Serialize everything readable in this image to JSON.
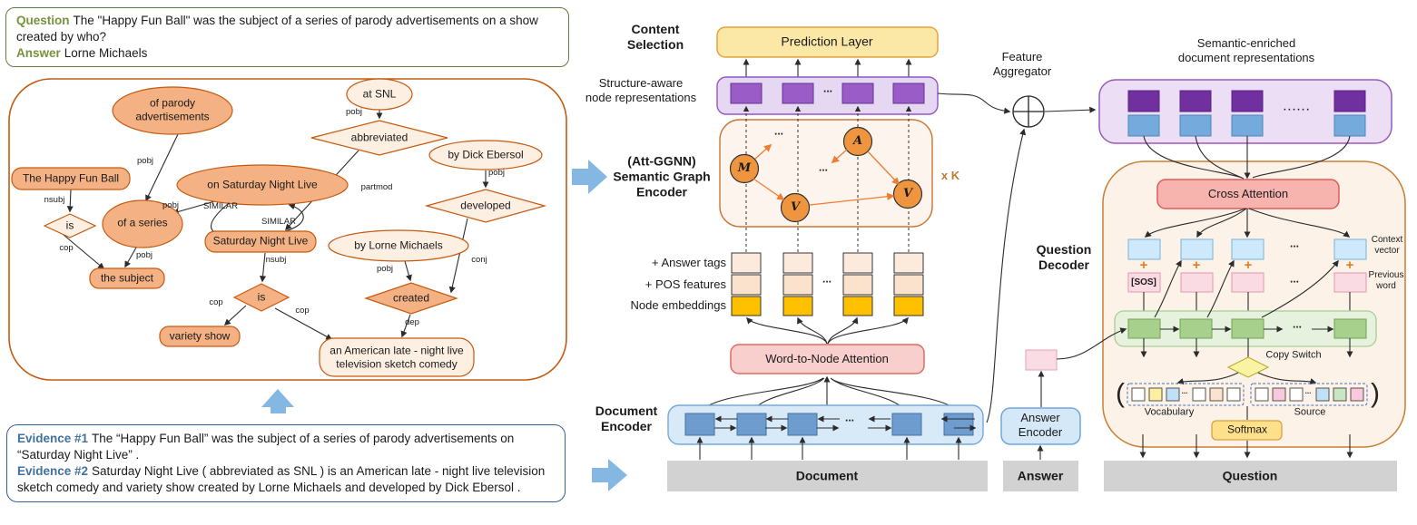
{
  "qa_box": {
    "q_label": "Question",
    "q_text": "The \"Happy Fun Ball\" was the subject of a series of parody advertisements on a show created by who?",
    "a_label": "Answer",
    "a_text": "Lorne Michaels"
  },
  "evidence_box": {
    "e1_label": "Evidence #1",
    "e1_text": "The “Happy Fun Ball” was the subject of a series of parody advertisements on “Saturday Night Live” .",
    "e2_label": "Evidence #2",
    "e2_text": "Saturday Night Live ( abbreviated as SNL ) is an American late - night live television sketch comedy and variety show created by Lorne Michaels and developed by Dick Ebersol ."
  },
  "graph": {
    "nodes": [
      "of parody advertisements",
      "at SNL",
      "abbreviated",
      "by Dick Ebersol",
      "The Happy Fun Ball",
      "on Saturday Night Live",
      "developed",
      "of a series",
      "is",
      "Saturday Night Live",
      "by Lorne Michaels",
      "the subject",
      "is",
      "created",
      "variety show",
      "an American late - night live television sketch comedy"
    ],
    "edge_labels": [
      "pobj",
      "nsubj",
      "cop",
      "pobj",
      "pobj",
      "SIMILAR",
      "SIMILAR",
      "pobj",
      "partmod",
      "pobj",
      "conj",
      "pobj",
      "dep",
      "nsubj",
      "cop",
      "cop"
    ]
  },
  "labels": {
    "content_selection": "Content\nSelection",
    "structure_aware": "Structure-aware\nnode representations",
    "att_ggnn": "(Att-GGNN)\nSemantic Graph\nEncoder",
    "answer_tags": "+ Answer tags",
    "pos_features": "+ POS features",
    "node_embeddings": "Node embeddings",
    "document_encoder": "Document\nEncoder",
    "feature_aggregator": "Feature\nAggregator",
    "semantic_enriched": "Semantic-enriched\ndocument representations",
    "question_decoder": "Question\nDecoder",
    "context_vector": "Context\nvector",
    "previous_word": "Previous\nword",
    "copy_switch": "Copy Switch",
    "vocabulary": "Vocabulary",
    "source": "Source",
    "sos": "[SOS]"
  },
  "boxes": {
    "prediction_layer": "Prediction Layer",
    "word_to_node": "Word-to-Node Attention",
    "cross_attention": "Cross Attention",
    "softmax": "Softmax",
    "answer_encoder": "Answer\nEncoder",
    "document_bar": "Document",
    "answer_bar": "Answer",
    "question_bar": "Question"
  },
  "ggnn": {
    "nodes": [
      "M",
      "A",
      "V",
      "V"
    ],
    "repeat": "x K"
  },
  "misc": {
    "dots3": "...",
    "dots6": "......",
    "plus": "+",
    "paren_open": "(",
    "paren_close": ")"
  },
  "colors": {
    "graph_border": "#C55A11",
    "node_orange": "#F4B183",
    "node_cream": "#FDEFE1",
    "purple_cell": "#9A5CC6",
    "dark_purple": "#7030A0",
    "gold": "#FFC000",
    "blue_cell": "#6E9CCF",
    "green_cell": "#A8D08D",
    "attention_pink": "#F9CFCE",
    "fat_arrow_blue": "#85B7E3",
    "qa_green": "#76923C",
    "evidence_blue": "#41719C"
  }
}
